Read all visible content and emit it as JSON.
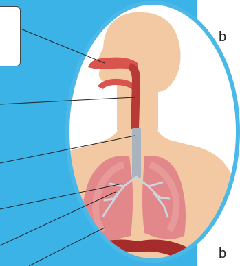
{
  "colors": {
    "panel": "#3bb3e6",
    "ring": "#4bb8e8",
    "skin": "#f2c9a3",
    "skin_shadow": "#e9b893",
    "airway": "#d9534f",
    "airway_dark": "#b83a37",
    "lung": "#e3888a",
    "lung_light": "#eda8a6",
    "trachea": "#a9b4bf",
    "bronchi": "#c9d6df",
    "diaphragm": "#a62b2b",
    "leader_line": "#222222"
  },
  "labels": {
    "box_text": "",
    "letter_top": "b",
    "letter_bottom": "b"
  },
  "icons": [
    "respiratory-system-illustration"
  ]
}
